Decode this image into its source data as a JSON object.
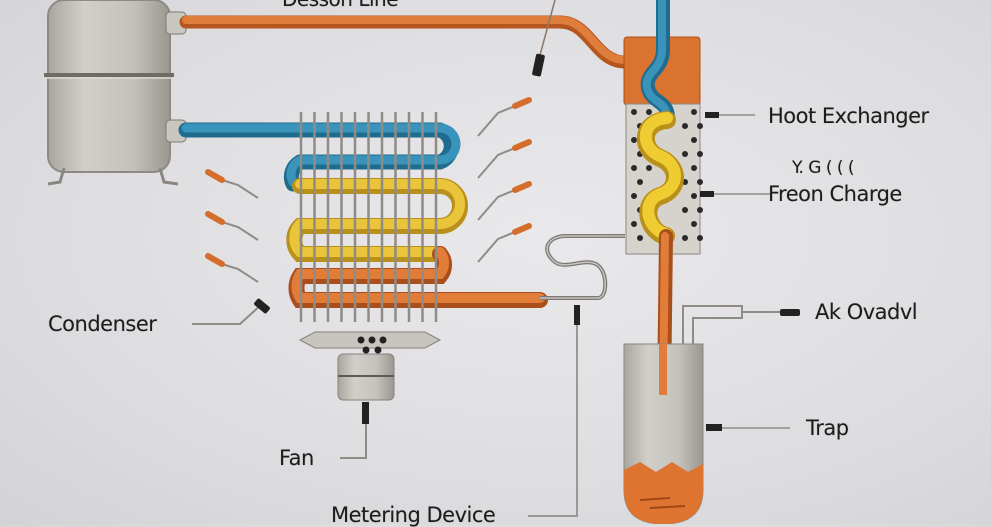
{
  "diagram": {
    "title": "Refrigeration system components",
    "labels": {
      "top_line": "Desson Line",
      "heat_exchanger": "Hoot Exchanger",
      "garbled_note": "Y. G ( ( (",
      "freon_charge": "Freon Charge",
      "air_outlet": "Ak Ovadvl",
      "trap": "Trap",
      "condenser": "Condenser",
      "fan": "Fan",
      "metering_device": "Metering Device"
    },
    "colors": {
      "copper": "#d8742f",
      "copper_dark": "#a84f1c",
      "blue_tube": "#2e86ad",
      "yellow_tube": "#e3bb2a",
      "metal": "#c3c0ba",
      "metal_dark": "#8f8c86",
      "fin": "#9a9792",
      "background": "#e2e1e4"
    },
    "components": [
      "compressor",
      "condenser",
      "fan",
      "heat-exchanger",
      "trap",
      "metering-device"
    ]
  }
}
